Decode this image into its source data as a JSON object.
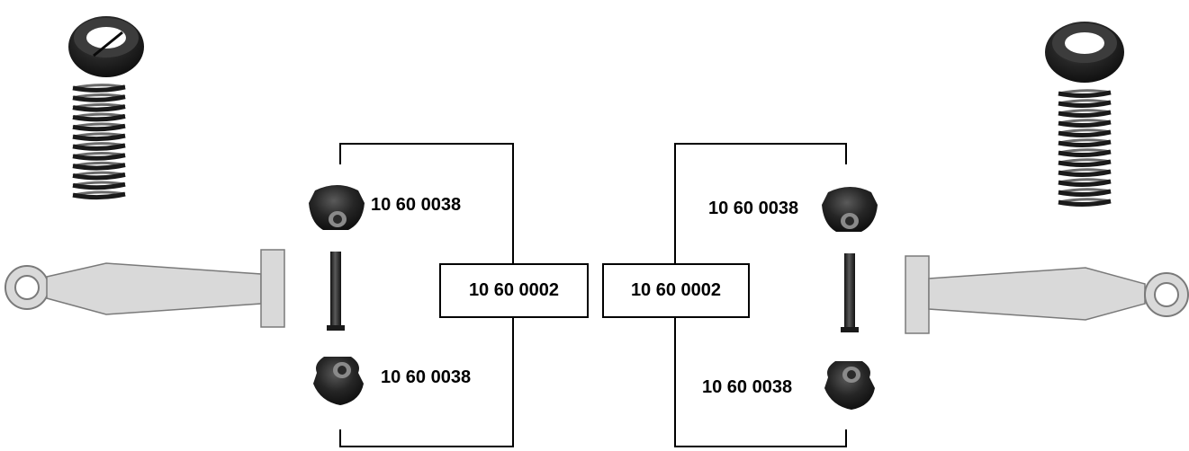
{
  "labels": {
    "bushing_left_top": "10 60 0038",
    "bushing_left_bottom": "10 60 0038",
    "bushing_right_top": "10 60 0038",
    "bushing_right_bottom": "10 60 0038"
  },
  "kits": {
    "left": "10 60 0002",
    "right": "10 60 0002"
  },
  "colors": {
    "arm_fill": "#d9d9d9",
    "arm_stroke": "#7a7a7a",
    "rubber": "#1e1e1e",
    "rubber_highlight": "#6b6b6b",
    "line": "#000000"
  }
}
